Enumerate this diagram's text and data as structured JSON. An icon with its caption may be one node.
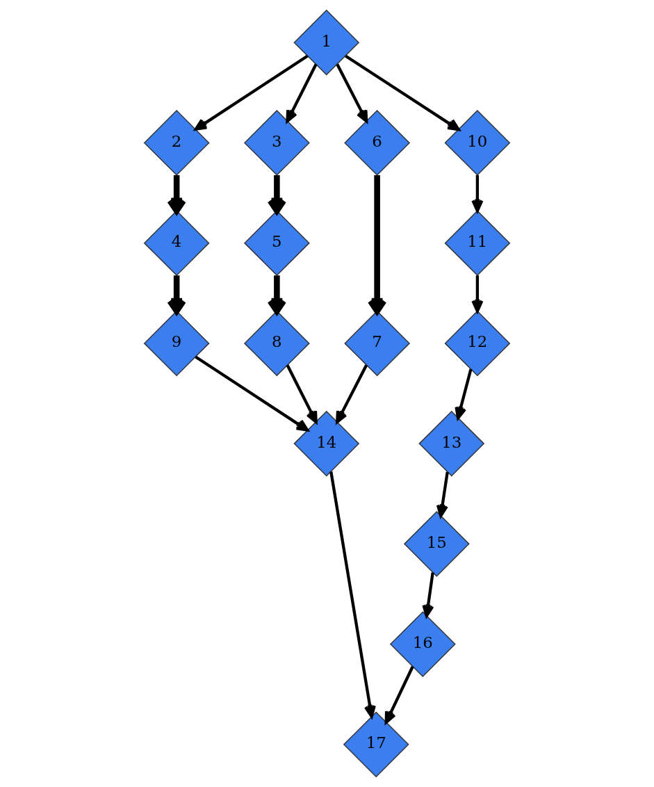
{
  "diagram": {
    "nodes": [
      {
        "text": [
          "1"
        ]
      },
      {
        "text": [
          "2"
        ]
      },
      {
        "text": [
          "3"
        ]
      },
      {
        "text": [
          "4"
        ]
      },
      {
        "text": [
          "5"
        ]
      },
      {
        "text": [
          "6"
        ]
      },
      {
        "text": [
          "7"
        ]
      },
      {
        "text": [
          "8"
        ]
      },
      {
        "text": [
          "9"
        ]
      },
      {
        "text": [
          "10"
        ]
      },
      {
        "text": [
          "11"
        ]
      },
      {
        "text": [
          "12"
        ]
      },
      {
        "text": [
          "13"
        ]
      },
      {
        "text": [
          "14"
        ]
      },
      {
        "text": [
          "15"
        ]
      },
      {
        "text": [
          "16"
        ]
      },
      {
        "text": [
          "17"
        ]
      }
    ],
    "edges": [
      {
        "from": 0,
        "to": 9,
        "arrow": "to"
      },
      {
        "from": 9,
        "to": 10,
        "arrow": "to"
      },
      {
        "from": 10,
        "to": 11,
        "arrow": "to"
      },
      {
        "from": 11,
        "to": 12,
        "arrow": "to"
      },
      {
        "from": 12,
        "to": 14,
        "arrow": "to"
      },
      {
        "from": 14,
        "to": 15,
        "arrow": "to"
      },
      {
        "from": 15,
        "to": 16,
        "arrow": "to"
      },
      {
        "from": 0,
        "to": 1,
        "arrow": "to"
      },
      {
        "from": 0,
        "to": 2,
        "arrow": "to"
      },
      {
        "from": 0,
        "to": 5,
        "arrow": "to"
      },
      {
        "from": 1,
        "to": 3,
        "arrow": "to",
        "style": "thick"
      },
      {
        "from": 2,
        "to": 4,
        "arrow": "to",
        "style": "thick"
      },
      {
        "from": 3,
        "to": 8,
        "arrow": "to",
        "style": "thick"
      },
      {
        "from": 4,
        "to": 7,
        "arrow": "to",
        "style": "thick"
      },
      {
        "from": 5,
        "to": 6,
        "arrow": "to",
        "style": "thick"
      },
      {
        "from": 8,
        "to": 13,
        "arrow": "to"
      },
      {
        "from": 7,
        "to": 13,
        "arrow": "to"
      },
      {
        "from": 6,
        "to": 13,
        "arrow": "to"
      },
      {
        "from": 13,
        "to": 16,
        "arrow": "to"
      }
    ]
  }
}
